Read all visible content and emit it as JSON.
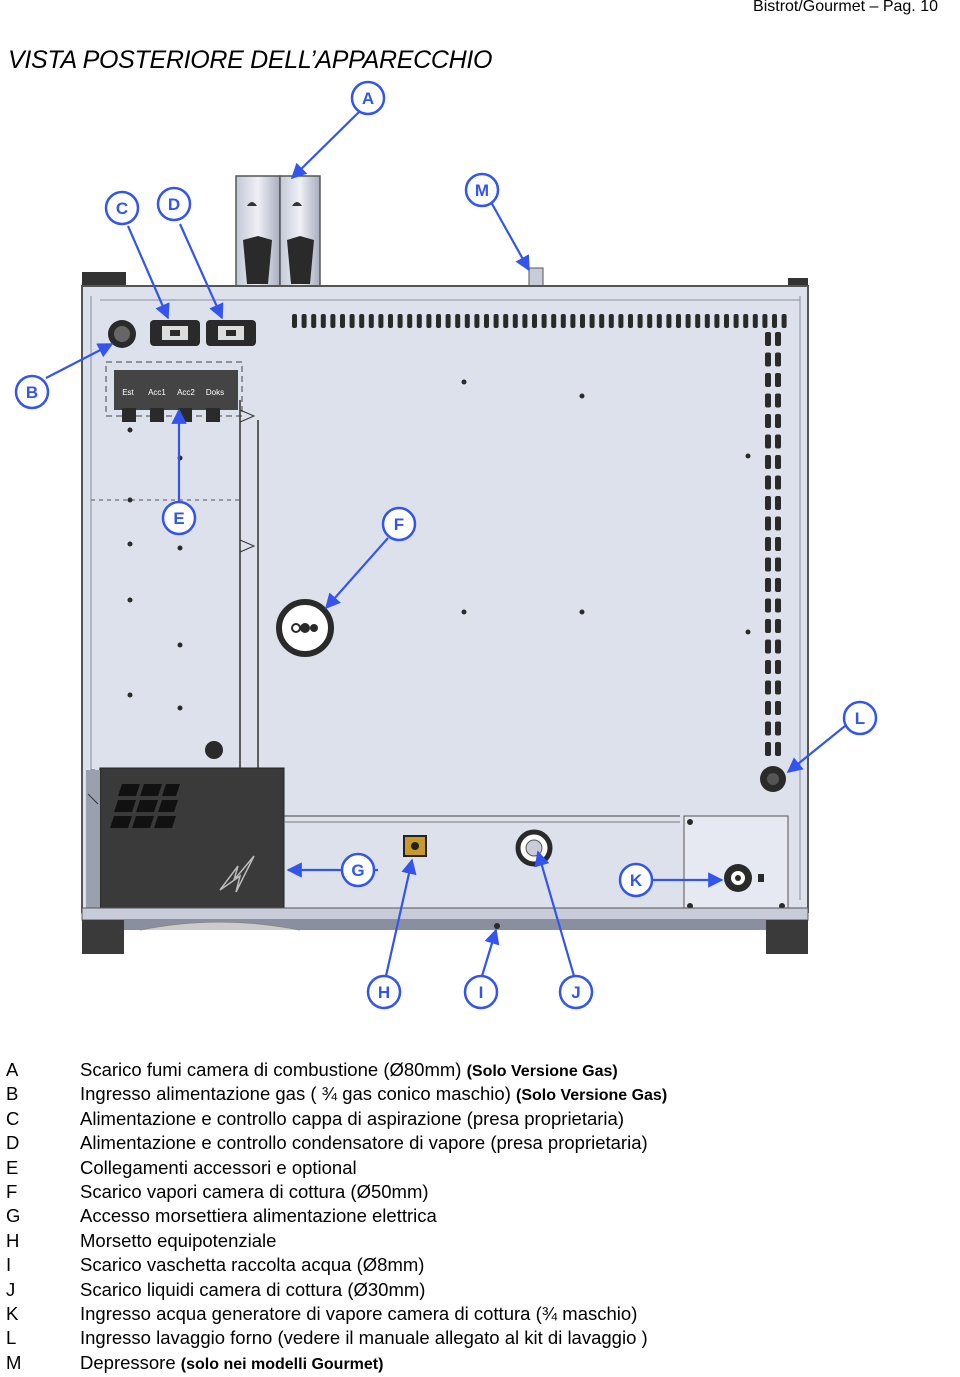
{
  "header": {
    "text": "Bistrot/Gourmet – Pag. 10"
  },
  "title": "VISTA POSTERIORE DELL’APPARECCHIO",
  "callouts": [
    "A",
    "B",
    "C",
    "D",
    "E",
    "F",
    "G",
    "H",
    "I",
    "J",
    "K",
    "L",
    "M"
  ],
  "panel": {
    "accessory_labels": [
      "Est",
      "Acc1",
      "Acc2",
      "Doks"
    ]
  },
  "legend": [
    {
      "key": "A",
      "text": "Scarico fumi camera di combustione (Ø80mm)",
      "note": "(Solo Versione Gas)"
    },
    {
      "key": "B",
      "text": "Ingresso alimentazione gas ( ¾ gas conico maschio)",
      "note": "(Solo Versione Gas)"
    },
    {
      "key": "C",
      "text": "Alimentazione e controllo cappa di aspirazione (presa proprietaria)",
      "note": ""
    },
    {
      "key": "D",
      "text": "Alimentazione e controllo condensatore di vapore (presa proprietaria)",
      "note": ""
    },
    {
      "key": "E",
      "text": "Collegamenti accessori e optional",
      "note": ""
    },
    {
      "key": "F",
      "text": "Scarico vapori camera di cottura (Ø50mm)",
      "note": ""
    },
    {
      "key": "G",
      "text": "Accesso morsettiera alimentazione elettrica",
      "note": ""
    },
    {
      "key": "H",
      "text": "Morsetto equipotenziale",
      "note": ""
    },
    {
      "key": "I",
      "text": "Scarico vaschetta raccolta acqua (Ø8mm)",
      "note": ""
    },
    {
      "key": "J",
      "text": "Scarico liquidi camera di cottura (Ø30mm)",
      "note": ""
    },
    {
      "key": "K",
      "text": "Ingresso acqua generatore di vapore camera di cottura (¾ maschio)",
      "note": ""
    },
    {
      "key": "L",
      "text": "Ingresso lavaggio forno (vedere il manuale allegato al  kit di lavaggio )",
      "note": ""
    },
    {
      "key": "M",
      "text": "Depressore",
      "note": "(solo nei modelli Gourmet)"
    }
  ]
}
